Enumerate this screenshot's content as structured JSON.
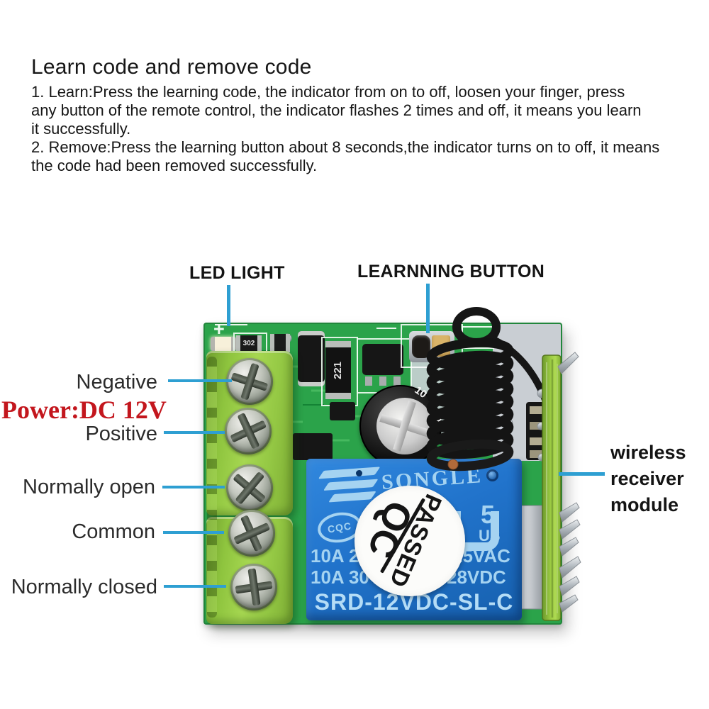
{
  "header": {
    "title": "Learn code and remove code",
    "instructions": "1. Learn:Press the learning code, the indicator from on to off, loosen your finger, press\nany button of the remote control, the indicator flashes 2 times and off, it means you learn\nit successfully.\n2. Remove:Press the learning button about 8 seconds,the indicator turns on to off, it means\nthe code had been removed successfully."
  },
  "callouts": {
    "led_light": "LED LIGHT",
    "learning_button": "LEARNNING BUTTON",
    "negative": "Negative",
    "power": "Power:DC 12V",
    "positive": "Positive",
    "normally_open": "Normally open",
    "common": "Common",
    "normally_closed": "Normally closed",
    "receiver_module": "wireless\nreceiver\nmodule"
  },
  "board": {
    "silk_plus": "+",
    "resistor_302": "302",
    "resistor_221": "221",
    "cap_mark": "10",
    "relay": {
      "brand": "SONGLE",
      "cert_cqc": "CQC",
      "ul_number": "5",
      "ul_us": "US",
      "rating1_left": "10A 2",
      "rating1_right": "25VAC",
      "rating2_left": "10A 30V",
      "rating2_right": "28VDC",
      "model": "SRD-12VDC-SL-C",
      "sticker_top": "QC",
      "sticker_bottom": "PASSED"
    }
  },
  "colors": {
    "leader_line": "#2e9fd2",
    "power_text": "#c3161d",
    "pcb_green": "#2ba34a",
    "terminal_green": "#8ec43e",
    "relay_blue": "#2173cb",
    "relay_text": "#a5d3f1"
  }
}
